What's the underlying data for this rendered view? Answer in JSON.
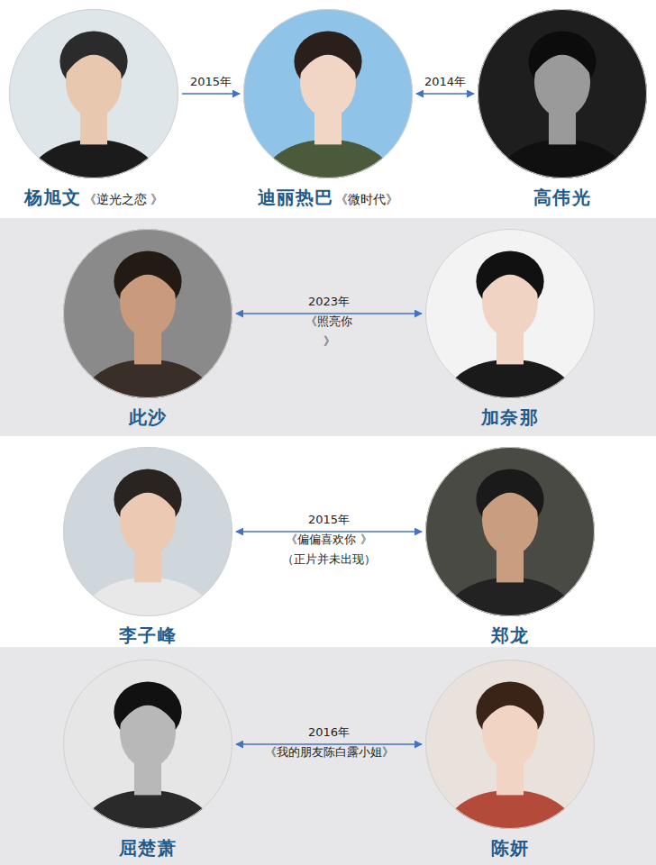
{
  "diagram": {
    "nodes": [
      {
        "text": [
          "杨旭文",
          "《逆光之恋 》"
        ]
      },
      {
        "text": [
          "迪丽热巴",
          "《微时代》"
        ]
      },
      {
        "text": [
          "高伟光"
        ]
      },
      {
        "text": [
          "此沙"
        ]
      },
      {
        "text": [
          "加奈那"
        ]
      },
      {
        "text": [
          "李子峰"
        ]
      },
      {
        "text": [
          "郑龙"
        ]
      },
      {
        "text": [
          "屈楚萧"
        ]
      },
      {
        "text": [
          "陈妍"
        ]
      }
    ],
    "edges": [
      {
        "from": 0,
        "to": 1,
        "arrow": "to",
        "label": "2015年"
      },
      {
        "from": 1,
        "to": 2,
        "arrow": "both",
        "label": "2014年"
      },
      {
        "from": 3,
        "to": 4,
        "arrow": "both",
        "label": "2023年 《照亮你 》"
      },
      {
        "from": 5,
        "to": 6,
        "arrow": "both",
        "label": "2015年 《偏偏喜欢你 》 （正片并未出现）"
      },
      {
        "from": 7,
        "to": 8,
        "arrow": "both",
        "label": "2016年 《我的朋友陈白露小姐》"
      }
    ]
  }
}
